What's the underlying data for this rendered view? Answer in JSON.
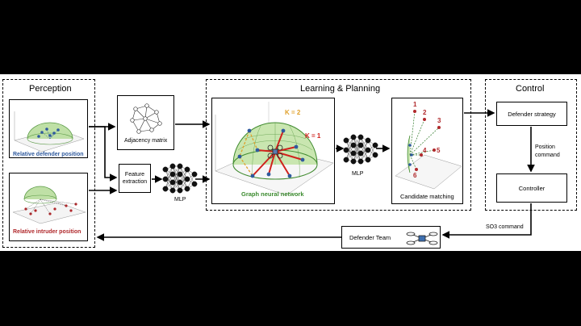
{
  "sections": {
    "perception": "Perception",
    "learning": "Learning & Planning",
    "control": "Control"
  },
  "perception": {
    "defender_caption": "Relative defender position",
    "intruder_caption": "Relative intruder position",
    "adjacency_label": "Adjacency matrix",
    "feature_label": "Feature\nextraction",
    "mlp_label": "MLP"
  },
  "learning": {
    "gnn_caption": "Graph neural network",
    "k2_label": "K = 2",
    "k1_label": "K = 1",
    "mlp_label": "MLP",
    "candidate_caption": "Candidate matching",
    "candidate_numbers": [
      "1",
      "2",
      "3",
      "4",
      "5",
      "6"
    ]
  },
  "control": {
    "strategy_label": "Defender strategy",
    "position_command": "Position\ncommand",
    "controller_label": "Controller",
    "so3_command": "SO3 command",
    "team_label": "Defender Team"
  },
  "colors": {
    "defender_blue": "#2f5a9e",
    "intruder_red": "#b0282b",
    "gnn_green": "#3b8a2e",
    "k2_orange": "#e0a02a",
    "k1_red": "#d0221c",
    "dome_green": "#bfe0a6"
  },
  "icons": [
    "neural-net-icon",
    "graph-icon",
    "drone-icon",
    "hemisphere-plot-icon"
  ]
}
